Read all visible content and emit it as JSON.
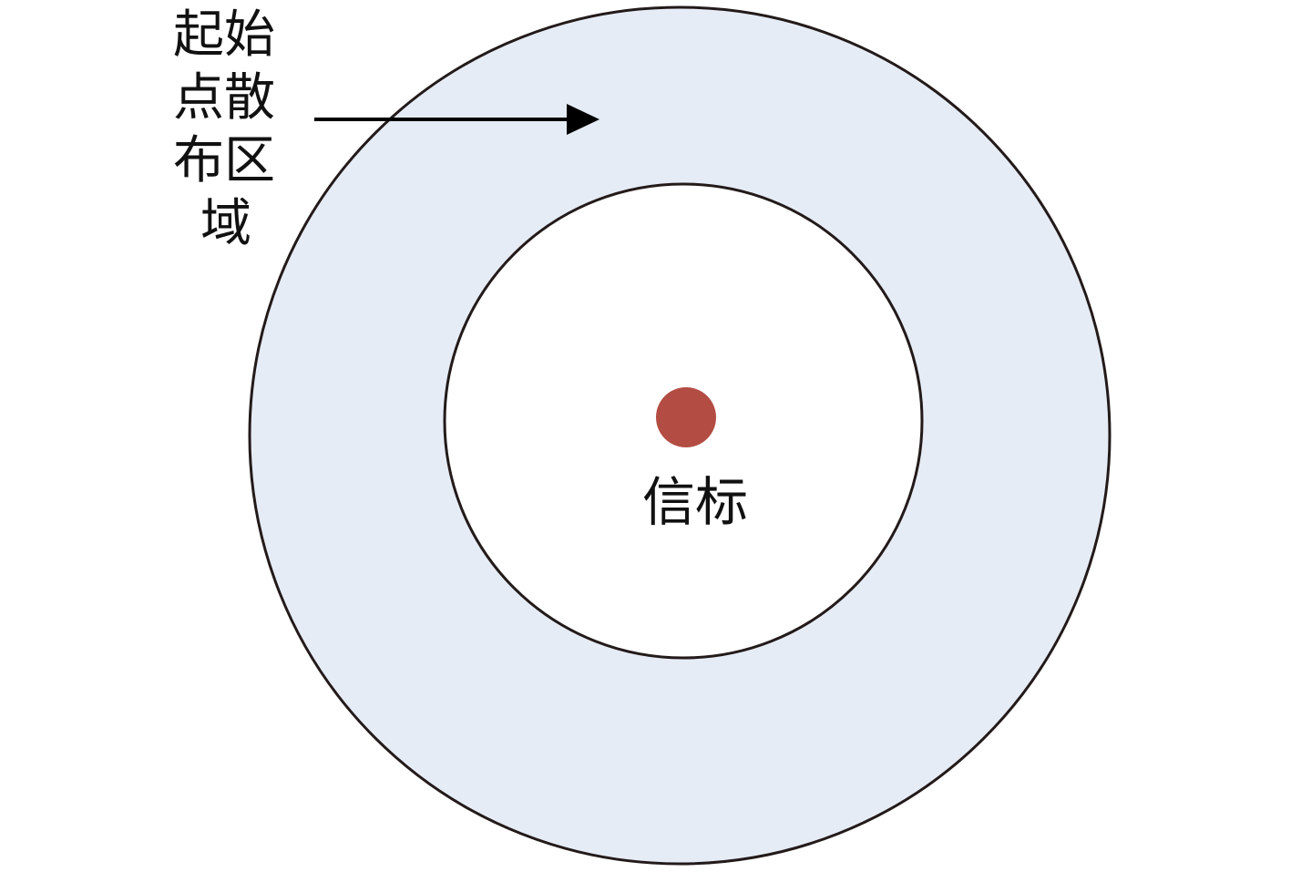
{
  "region_label_lines": [
    "起始",
    "点散",
    "布区",
    "域"
  ],
  "beacon_label": "信标",
  "colors": {
    "annulus_fill": "#e6ecf5",
    "inner_fill": "#ffffff",
    "stroke": "#231a1a",
    "beacon": "#b34d44",
    "arrow": "#000000",
    "text": "#111111"
  }
}
